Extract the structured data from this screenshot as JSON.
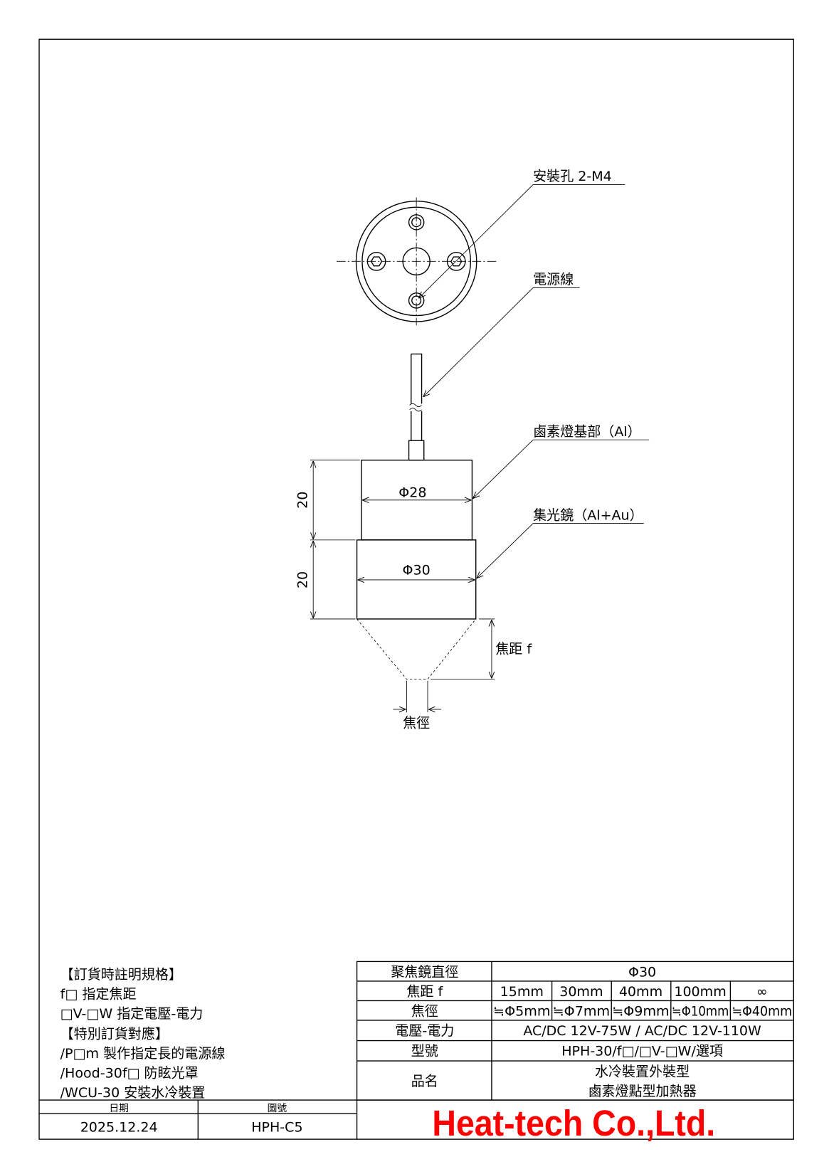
{
  "drawing": {
    "labels": {
      "mount_hole": "安裝孔 2-M4",
      "power_cable": "電源線",
      "lamp_base": "鹵素燈基部（Al）",
      "reflector": "集光鏡（Al+Au）",
      "dia_28": "Φ28",
      "dia_30": "Φ30",
      "height_upper": "20",
      "height_lower": "20",
      "focal_length": "焦距 f",
      "focal_diameter": "焦徑"
    }
  },
  "notes": [
    "【訂貨時註明規格】",
    "f□ 指定焦距",
    "□V-□W 指定電壓-電力",
    "【特別訂貨對應】",
    "/P□m  製作指定長的電源線",
    "/Hood-30f□  防眩光罩",
    "/WCU-30 安裝水冷裝置"
  ],
  "spec_table": {
    "lens_diameter": {
      "label": "聚焦鏡直徑",
      "value": "Φ30"
    },
    "focal_length": {
      "label": "焦距 f",
      "values": [
        "15mm",
        "30mm",
        "40mm",
        "100mm",
        "∞"
      ]
    },
    "focal_diameter": {
      "label": "焦徑",
      "values": [
        "≒Φ5mm",
        "≒Φ7mm",
        "≒Φ9mm",
        "≒Φ10mm",
        "≒Φ40mm"
      ]
    },
    "voltage_power": {
      "label": "電壓-電力",
      "value": "AC/DC 12V-75W / AC/DC 12V-110W"
    },
    "model": {
      "label": "型號",
      "value": "HPH-30/f□/□V-□W/選項"
    },
    "product_name": {
      "label": "品名",
      "line1": "水冷裝置外裝型",
      "line2": "鹵素燈點型加熱器"
    }
  },
  "title_block": {
    "date_label": "日期",
    "date": "2025.12.24",
    "drawing_no_label": "圖號",
    "drawing_no": "HPH-C5",
    "company": "Heat-tech Co.,Ltd."
  },
  "colors": {
    "logo": "#ff0000"
  }
}
